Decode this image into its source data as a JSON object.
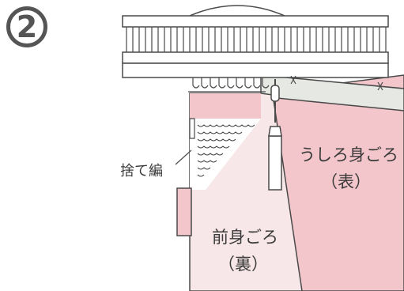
{
  "step_number": "2",
  "labels": {
    "waste_yarn": "捨て編",
    "back_body": "うしろ身ごろ",
    "back_body_side": "（表）",
    "front_body": "前身ごろ",
    "front_body_side": "（裏）"
  },
  "colors": {
    "back_fabric": "#f3c6cb",
    "front_fabric": "#f8e7e8",
    "gray_fabric": "#e6e8e4",
    "line": "#4a4a4a",
    "text": "#3a3a3a"
  }
}
